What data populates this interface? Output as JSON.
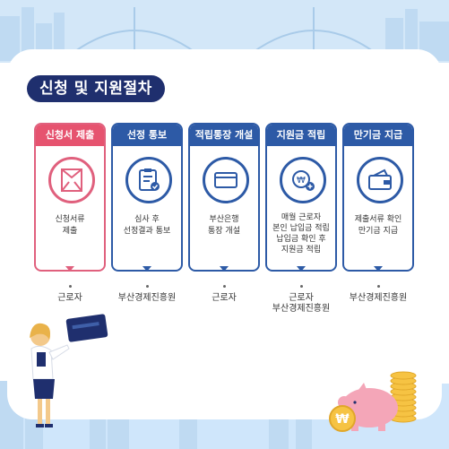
{
  "title": "신청 및 지원절차",
  "steps": [
    {
      "label": "신청서 제출",
      "icon": "envelope-icon",
      "desc": [
        "신청서류",
        "제출"
      ],
      "agent": [
        "근로자"
      ]
    },
    {
      "label": "선정 통보",
      "icon": "clipboard-check-icon",
      "desc": [
        "심사 후",
        "선정결과 통보"
      ],
      "agent": [
        "부산경제진흥원"
      ]
    },
    {
      "label": "적립통장 개설",
      "icon": "card-icon",
      "desc": [
        "부산은행",
        "통장 개설"
      ],
      "agent": [
        "근로자"
      ]
    },
    {
      "label": "지원금 적립",
      "icon": "coins-icon",
      "desc": [
        "매월 근로자",
        "본인 납입금 적립",
        "납입금 확인 후",
        "지원금 적립"
      ],
      "agent": [
        "근로자",
        "부산경제진흥원"
      ]
    },
    {
      "label": "만기금 지급",
      "icon": "wallet-icon",
      "desc": [
        "제출서류 확인",
        "만기금 지급"
      ],
      "agent": [
        "부산경제진흥원"
      ]
    }
  ],
  "colors": {
    "navy": "#1f2f6e",
    "blue": "#2d5aa6",
    "pink": "#e6536f",
    "sky": "#d3e7f8"
  }
}
